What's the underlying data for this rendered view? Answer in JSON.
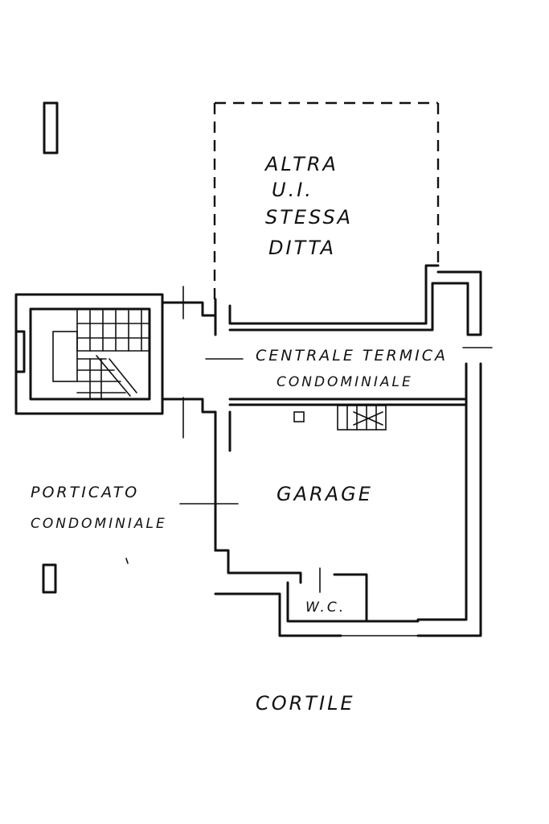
{
  "labels": {
    "altra_line1": "ALTRA",
    "altra_line2": "U.I.",
    "altra_line3": "STESSA",
    "altra_line4": "DITTA",
    "centrale_line1": "CENTRALE TERMICA",
    "centrale_line2": "CONDOMINIALE",
    "porticato_line1": "PORTICATO",
    "porticato_line2": "CONDOMINIALE",
    "garage": "GARAGE",
    "wc": "W.C.",
    "cortile": "CORTILE"
  },
  "colors": {
    "ink": "#111111",
    "paper": "#ffffff"
  }
}
